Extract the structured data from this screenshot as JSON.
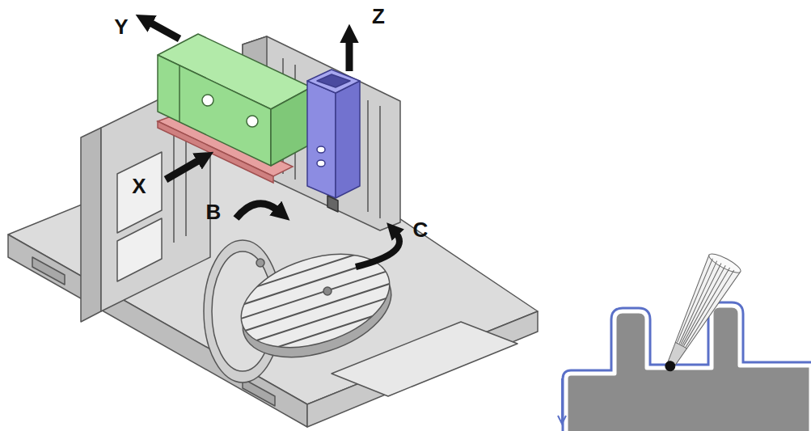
{
  "diagram": {
    "labels": [
      "Y",
      "Z",
      "X",
      "B",
      "C"
    ]
  }
}
